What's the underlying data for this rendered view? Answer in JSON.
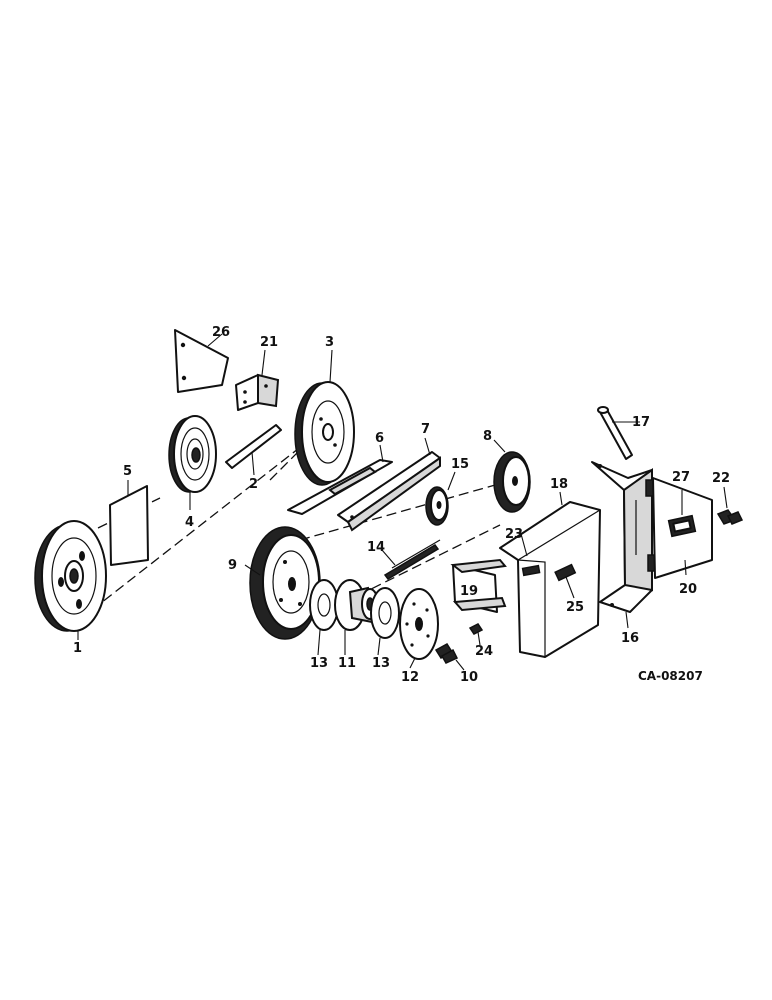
{
  "callouts": {
    "c1": "1",
    "c2": "2",
    "c3": "3",
    "c4": "4",
    "c5": "5",
    "c6": "6",
    "c7": "7",
    "c8": "8",
    "c9": "9",
    "c10": "10",
    "c11": "11",
    "c12": "12",
    "c13a": "13",
    "c13b": "13",
    "c14": "14",
    "c15": "15",
    "c16": "16",
    "c17": "17",
    "c18": "18",
    "c19": "19",
    "c20": "20",
    "c21": "21",
    "c22": "22",
    "c23": "23",
    "c24": "24",
    "c25": "25",
    "c26": "26",
    "c27": "27"
  },
  "drawing_code": "CA-08207"
}
